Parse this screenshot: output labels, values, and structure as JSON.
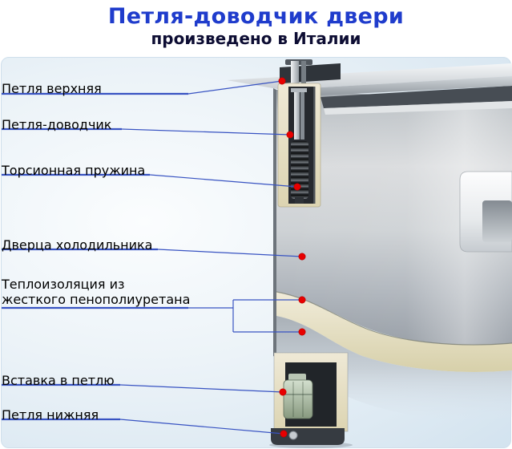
{
  "header": {
    "title": "Петля-доводчик двери",
    "subtitle": "произведено в Италии"
  },
  "labels": [
    {
      "id": "upper-hinge",
      "text": "Петля верхняя"
    },
    {
      "id": "closer-hinge",
      "text": "Петля-доводчик"
    },
    {
      "id": "torsion-spring",
      "text": "Торсионная пружина"
    },
    {
      "id": "fridge-door",
      "text": "Дверца холодильника"
    },
    {
      "id": "insulation",
      "line1": "Теплоизоляция из",
      "line2": "жесткого пенополиуретана"
    },
    {
      "id": "hinge-insert",
      "text": "Вставка в петлю"
    },
    {
      "id": "lower-hinge",
      "text": "Петля нижняя"
    }
  ],
  "colors": {
    "title_blue": "#1f3ccc",
    "subtitle_dark": "#0d0d33",
    "callout_line_blue": "#3853c2",
    "callout_dot_red": "#e80000",
    "panel_light_blue": "#d3e3ef",
    "insulation_cream": "#e7e1c6",
    "door_metal_gray": "#ced2d5"
  }
}
